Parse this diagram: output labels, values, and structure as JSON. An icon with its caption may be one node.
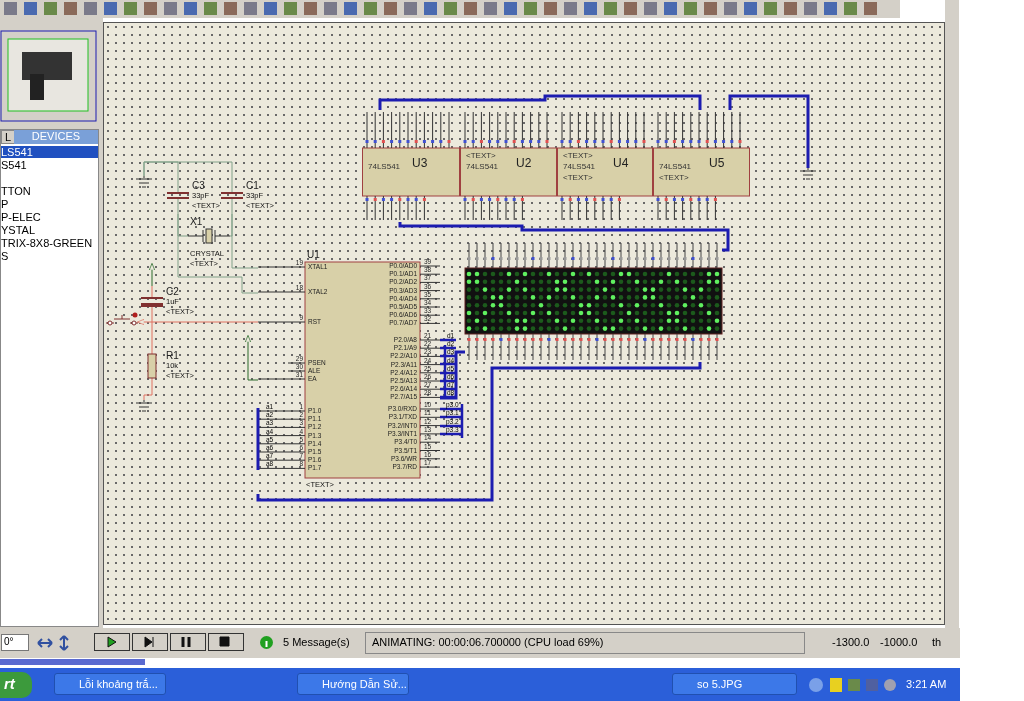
{
  "diagram": {
    "nodes": [
      {
        "text": [
          "74LS541",
          "U3"
        ]
      },
      {
        "text": [
          "<TEXT>",
          "74LS541",
          "U2"
        ]
      },
      {
        "text": [
          "<TEXT>",
          "U4",
          "74LS541",
          "<TEXT>"
        ]
      },
      {
        "text": [
          "U5",
          "74LS541",
          "<TEXT>"
        ]
      },
      {
        "text": [
          "C3",
          "33pF",
          "<TEXT>"
        ]
      },
      {
        "text": [
          "C1",
          "33pF",
          "<TEXT>"
        ]
      },
      {
        "text": [
          "X1",
          "CRYSTAL",
          "<TEXT>"
        ]
      },
      {
        "text": [
          "U1",
          "XTAL1",
          "XTAL2",
          "RST",
          "PSEN",
          "ALE",
          "EA",
          "P1.0",
          "P1.1",
          "P1.2",
          "P1.3",
          "P1.4",
          "P1.5",
          "P1.6",
          "P1.7",
          "P0.0/AD0",
          "P0.1/AD1",
          "P0.2/AD2",
          "P0.3/AD3",
          "P0.4/AD4",
          "P0.5/AD5",
          "P0.6/AD6",
          "P0.7/AD7",
          "P2.0/A8",
          "P2.1/A9",
          "P2.2/A10",
          "P2.3/A11",
          "P2.4/A12",
          "P2.5/A13",
          "P2.6/A14",
          "P2.7/A15",
          "P3.0/RXD",
          "P3.1/TXD",
          "P3.2/INT0",
          "P3.3/INT1",
          "P3.4/T0",
          "P3.5/T1",
          "P3.6/WR",
          "P3.7/RD",
          "<TEXT>"
        ],
        "beside": [
          "19",
          "18",
          "9",
          "29",
          "30",
          "31",
          "1",
          "2",
          "3",
          "4",
          "5",
          "6",
          "7",
          "8",
          "39",
          "38",
          "37",
          "36",
          "35",
          "34",
          "33",
          "32",
          "21",
          "22",
          "23",
          "24",
          "25",
          "26",
          "27",
          "28",
          "10",
          "11",
          "12",
          "13",
          "14",
          "15",
          "16",
          "17"
        ]
      },
      {
        "text": [],
        "shape": "picture"
      },
      {
        "text": [
          "C2",
          "1uF",
          "<TEXT>"
        ]
      },
      {
        "text": [],
        "shape": "picture"
      },
      {
        "text": [
          "R1",
          "10k",
          "<TEXT>"
        ]
      },
      {
        "text": [],
        "shape": "picture"
      },
      {
        "text": [],
        "shape": "picture"
      },
      {
        "text": [],
        "shape": "picture"
      }
    ],
    "edges": [
      {
        "from": 6,
        "to": 4,
        "arrow": "none"
      },
      {
        "from": 6,
        "to": 5,
        "arrow": "none"
      },
      {
        "from": 5,
        "to": 7,
        "arrow": "none"
      },
      {
        "from": 4,
        "to": 7,
        "arrow": "none"
      },
      {
        "from": 9,
        "to": 11,
        "arrow": "none",
        "color": "#e07060"
      },
      {
        "from": 7,
        "to": 10,
        "arrow": "to",
        "color": "#e07060"
      },
      {
        "from": 7,
        "to": 8,
        "arrow": "none",
        "style": "thick",
        "color": "#1c1cb0"
      },
      {
        "from": 7,
        "to": 8,
        "arrow": "none",
        "style": "thick",
        "color": "#1c1cb0"
      },
      {
        "from": 0,
        "to": 8,
        "arrow": "none",
        "style": "thick",
        "color": "#1c1cb0"
      },
      {
        "from": 0,
        "to": 3,
        "arrow": "none",
        "style": "thick",
        "color": "#1c1cb0"
      },
      {
        "from": 4,
        "to": 12,
        "arrow": "none"
      },
      {
        "from": 5,
        "to": 12,
        "arrow": "none"
      },
      {
        "from": 9,
        "to": null,
        "arrow": "to",
        "color": "#2a6a2a"
      },
      {
        "from": 7,
        "to": null,
        "arrow": "to",
        "color": "#2a6a2a"
      },
      {
        "from": 11,
        "to": 13,
        "arrow": "none",
        "color": "#e07060"
      },
      {
        "from": 3,
        "to": 14,
        "arrow": "none",
        "style": "thick",
        "color": "#1c1cb0"
      }
    ],
    "labels": [
      "L",
      "DEVICES",
      "LS541",
      "S541",
      "TTON",
      "P",
      "P-ELEC",
      "YSTAL",
      "TRIX-8X8-GREEN",
      "S",
      "a1",
      "a2",
      "a3",
      "a4",
      "a5",
      "a6",
      "a7",
      "a8",
      "d1",
      "d2",
      "d3",
      "d4",
      "d5",
      "d6",
      "d7",
      "d8",
      "p3.0",
      "p3.1",
      "p3.2",
      "p3.3",
      "0°",
      "5 Message(s)",
      "ANIMATING: 00:00:06.700000 (CPU load 69%)",
      "-1300.0",
      "-1000.0",
      "th",
      "rt",
      "Lỗi khoảng trắ...",
      "Hướng Dẫn Sử...",
      "so 5.JPG",
      "3:21 AM"
    ]
  }
}
